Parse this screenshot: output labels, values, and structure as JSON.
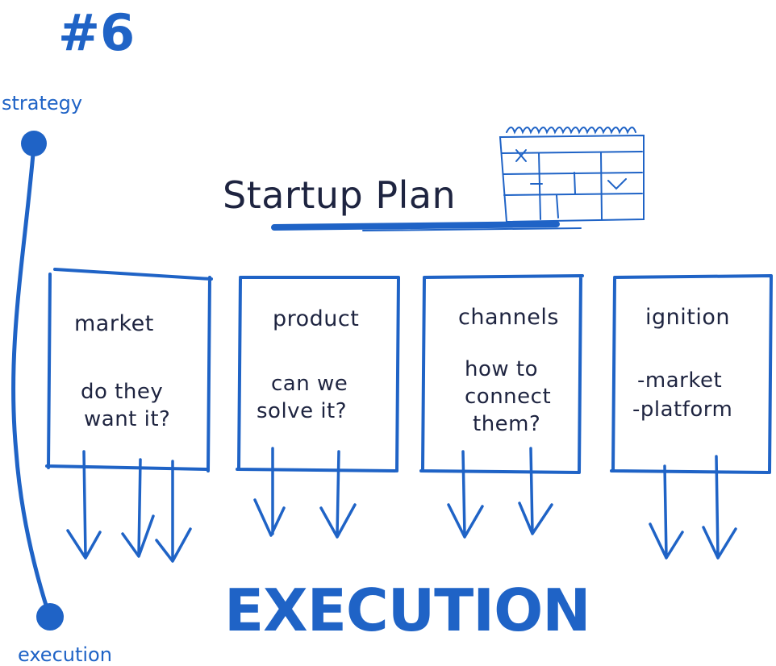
{
  "header": {
    "number": "#6",
    "title": "Startup Plan"
  },
  "axis": {
    "top_label": "strategy",
    "bottom_label": "execution"
  },
  "cards": [
    {
      "title": "market",
      "lines": [
        "do they",
        "want it?"
      ]
    },
    {
      "title": "product",
      "lines": [
        "can we",
        "solve it?"
      ]
    },
    {
      "title": "channels",
      "lines": [
        "how to",
        "connect",
        "them?"
      ]
    },
    {
      "title": "ignition",
      "lines": [
        "-market",
        "-platform"
      ]
    }
  ],
  "footer": {
    "label": "EXECUTION"
  },
  "colors": {
    "accent": "#1f63c6",
    "ink": "#1e2440"
  }
}
